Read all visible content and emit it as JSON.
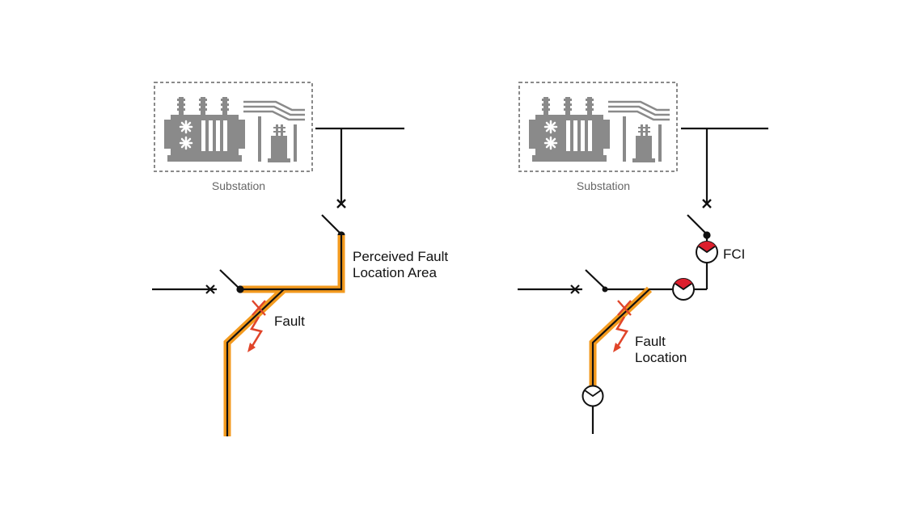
{
  "colors": {
    "line": "#111111",
    "highlight": "#f39a1e",
    "fault": "#e0452a",
    "equipment": "#8a8a8a",
    "label": "#666666",
    "fci_red": "#dd1f2d"
  },
  "left_diagram": {
    "substation_label": "Substation",
    "perceived_area_line1": "Perceived Fault",
    "perceived_area_line2": "Location Area",
    "fault_label": "Fault"
  },
  "right_diagram": {
    "substation_label": "Substation",
    "fci_label": "FCI",
    "fault_location_line1": "Fault",
    "fault_location_line2": "Location"
  }
}
